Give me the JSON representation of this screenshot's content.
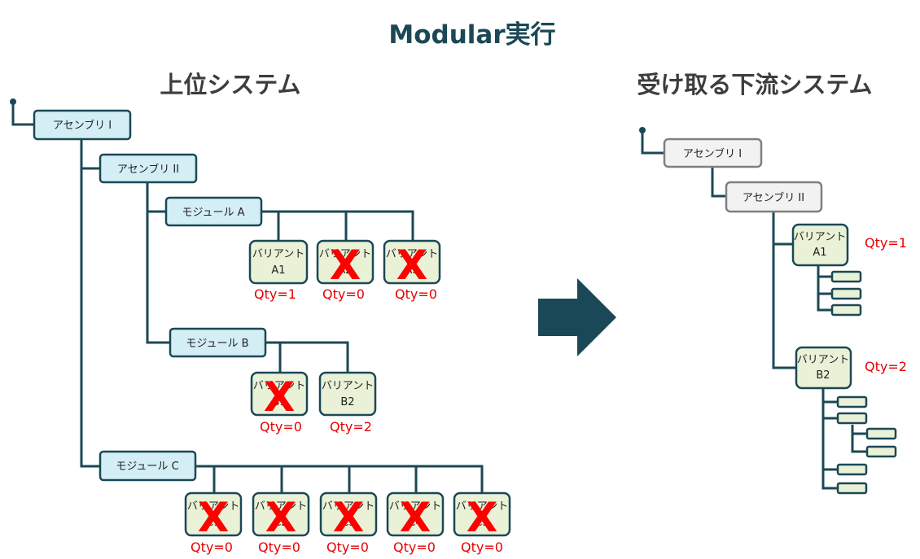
{
  "title": "Modular実行",
  "upper": {
    "heading": "上位システム",
    "assembly1": "アセンブリ I",
    "assembly2": "アセンブリ II",
    "moduleA": "モジュール A",
    "moduleB": "モジュール B",
    "moduleC": "モジュール C",
    "variants": [
      {
        "label1": "バリアント",
        "label2": "A1",
        "qty": "Qty=1",
        "excluded": false
      },
      {
        "label1": "バリアント",
        "label2": "A2",
        "qty": "Qty=0",
        "excluded": true
      },
      {
        "label1": "バリアント",
        "label2": "A3",
        "qty": "Qty=0",
        "excluded": true
      },
      {
        "label1": "バリアント",
        "label2": "B1",
        "qty": "Qty=0",
        "excluded": true
      },
      {
        "label1": "バリアント",
        "label2": "B2",
        "qty": "Qty=2",
        "excluded": false
      },
      {
        "label1": "バリアント",
        "label2": "C1",
        "qty": "Qty=0",
        "excluded": true
      },
      {
        "label1": "バリアント",
        "label2": "C2",
        "qty": "Qty=0",
        "excluded": true
      },
      {
        "label1": "バリアント",
        "label2": "C3",
        "qty": "Qty=0",
        "excluded": true
      },
      {
        "label1": "バリアント",
        "label2": "C4",
        "qty": "Qty=0",
        "excluded": true
      },
      {
        "label1": "バリアント",
        "label2": "C5",
        "qty": "Qty=0",
        "excluded": true
      }
    ],
    "x_mark": "X"
  },
  "downstream": {
    "heading": "受け取る下流システム",
    "assembly1": "アセンブリ I",
    "assembly2": "アセンブリ II",
    "variantA1": {
      "label1": "バリアント",
      "label2": "A1",
      "qty": "Qty=1"
    },
    "variantB2": {
      "label1": "バリアント",
      "label2": "B2",
      "qty": "Qty=2"
    }
  },
  "colors": {
    "dark_teal": "#1b4856",
    "module_fill": "#d3eef4",
    "variant_fill": "#e9f1d7",
    "gray_fill": "#f2f2f2",
    "qty_red": "#e60000",
    "x_red": "#ff0000"
  }
}
